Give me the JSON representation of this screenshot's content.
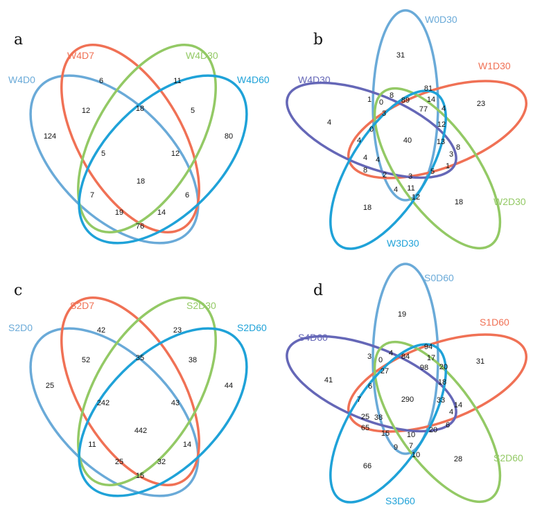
{
  "colors": {
    "light_blue": "#6aaad8",
    "red": "#f07155",
    "green": "#93c965",
    "blue": "#1fa2d8",
    "purple": "#6567b7"
  },
  "panels": [
    {
      "letter": "a",
      "sets": [
        {
          "name": "W4D0",
          "color": "#6aaad8"
        },
        {
          "name": "W4D7",
          "color": "#f07155"
        },
        {
          "name": "W4D30",
          "color": "#93c965"
        },
        {
          "name": "W4D60",
          "color": "#1fa2d8"
        }
      ],
      "counts": [
        "6",
        "11",
        "12",
        "18",
        "5",
        "124",
        "80",
        "5",
        "12",
        "18",
        "7",
        "6",
        "19",
        "14",
        "76"
      ]
    },
    {
      "letter": "b",
      "sets": [
        {
          "name": "W0D30",
          "color": "#6aaad8"
        },
        {
          "name": "W1D30",
          "color": "#f07155"
        },
        {
          "name": "W4D30",
          "color": "#6567b7"
        },
        {
          "name": "W2D30",
          "color": "#93c965"
        },
        {
          "name": "W3D30",
          "color": "#1fa2d8"
        }
      ],
      "counts": [
        "31",
        "81",
        "8",
        "89",
        "14",
        "4",
        "1",
        "0",
        "3",
        "77",
        "23",
        "4",
        "12",
        "0",
        "4",
        "40",
        "13",
        "8",
        "3",
        "4",
        "4",
        "1",
        "8",
        "2",
        "3",
        "5",
        "4",
        "11",
        "12",
        "18",
        "18"
      ]
    },
    {
      "letter": "c",
      "sets": [
        {
          "name": "S2D0",
          "color": "#6aaad8"
        },
        {
          "name": "S2D7",
          "color": "#f07155"
        },
        {
          "name": "S2D30",
          "color": "#93c965"
        },
        {
          "name": "S2D60",
          "color": "#1fa2d8"
        }
      ],
      "counts": [
        "42",
        "23",
        "52",
        "35",
        "38",
        "25",
        "44",
        "242",
        "43",
        "442",
        "11",
        "14",
        "25",
        "32",
        "15"
      ]
    },
    {
      "letter": "d",
      "sets": [
        {
          "name": "S0D60",
          "color": "#6aaad8"
        },
        {
          "name": "S1D60",
          "color": "#f07155"
        },
        {
          "name": "S4D60",
          "color": "#6567b7"
        },
        {
          "name": "S2D60",
          "color": "#93c965"
        },
        {
          "name": "S3D60",
          "color": "#1fa2d8"
        }
      ],
      "counts": [
        "19",
        "94",
        "3",
        "4",
        "84",
        "17",
        "0",
        "27",
        "20",
        "98",
        "31",
        "41",
        "6",
        "18",
        "290",
        "33",
        "7",
        "14",
        "4",
        "25",
        "38",
        "65",
        "15",
        "10",
        "20",
        "6",
        "9",
        "7",
        "10",
        "66",
        "28"
      ]
    }
  ]
}
